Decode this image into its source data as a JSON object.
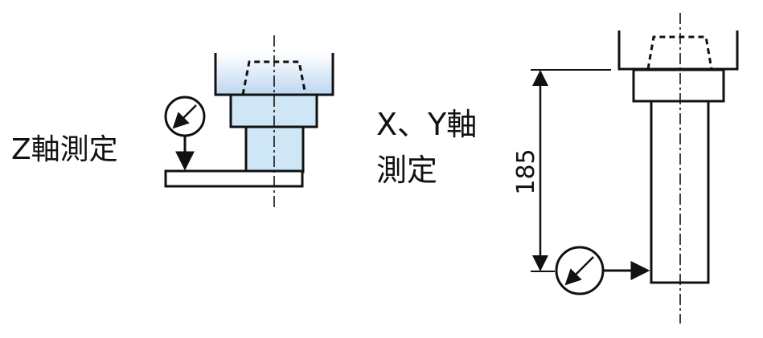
{
  "labels": {
    "z_axis": "Z軸測定",
    "xy_axis_line1": "X、Y軸",
    "xy_axis_line2": "測定",
    "dimension": "185"
  },
  "colors": {
    "line": "#111111",
    "fill_light_blue": "#cfe6f7",
    "fill_gradient_top": "#ffffff",
    "fill_gradient_bottom": "#bcd7f0",
    "background": "#ffffff"
  },
  "icons": {
    "dial_gauge": "dial-gauge-icon",
    "arrow": "arrow-icon"
  }
}
